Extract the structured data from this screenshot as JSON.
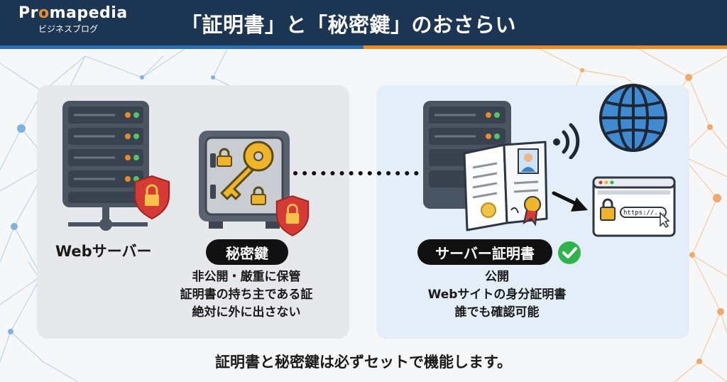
{
  "brand": {
    "name_pre": "Pr",
    "name_o": "o",
    "name_post": "mapedia",
    "subtitle": "ビジネスブログ"
  },
  "title": "「証明書」と「秘密鍵」のおさらい",
  "left_panel": {
    "server_label": "Webサーバー",
    "key_label": "秘密鍵",
    "key_desc": [
      "非公開・厳重に保管",
      "証明書の持ち主である証",
      "絶対に外に出さない"
    ]
  },
  "right_panel": {
    "cert_label": "サーバー証明書",
    "cert_desc": [
      "公開",
      "Webサイトの身分証明書",
      "誰でも確認可能"
    ],
    "browser_url": "https://..."
  },
  "footer": "証明書と秘密鍵は必ずセットで機能します。",
  "colors": {
    "header": "#1c3553",
    "accent_blue": "#2b6fae",
    "accent_orange": "#e98b2c",
    "shield_red": "#d63a35",
    "key_gold": "#f0b429",
    "check_green": "#2fb34a"
  },
  "icons": [
    "server-icon",
    "shield-lock-icon",
    "safe-icon",
    "key-icon",
    "padlock-icon",
    "certificate-icon",
    "wifi-icon",
    "globe-icon",
    "browser-icon",
    "arrow-icon",
    "check-icon"
  ]
}
